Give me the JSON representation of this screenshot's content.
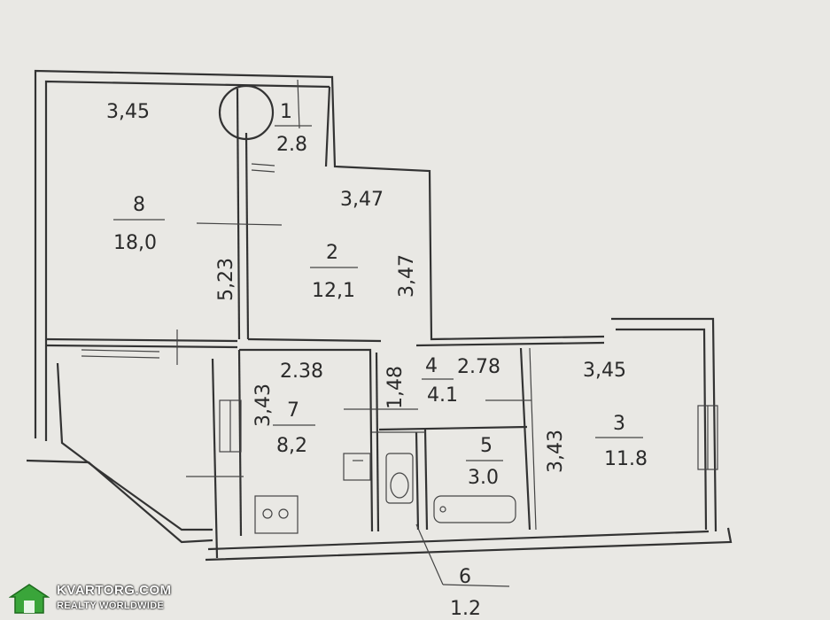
{
  "rooms": [
    {
      "id": "8",
      "number": "8",
      "area": "18,0"
    },
    {
      "id": "1",
      "number": "1",
      "area": "2.8"
    },
    {
      "id": "2",
      "number": "2",
      "area": "12,1"
    },
    {
      "id": "7",
      "number": "7",
      "area": "8,2"
    },
    {
      "id": "4",
      "number": "4",
      "area": "4.1"
    },
    {
      "id": "5",
      "number": "5",
      "area": "3.0"
    },
    {
      "id": "3",
      "number": "3",
      "area": "11.8"
    },
    {
      "id": "6",
      "number": "6",
      "area": "1.2"
    }
  ],
  "dimensions": {
    "room8_width": "3,45",
    "room8_height": "5,23",
    "room2_width": "3,47",
    "room2_height": "3,47",
    "room7_width": "2.38",
    "room7_height": "3,43",
    "corridor_height": "1,48",
    "room4_width": "2.78",
    "room3_width": "3,45",
    "room3_height": "3,43"
  },
  "watermark": {
    "name": "KVARTORG.COM",
    "tagline": "REALTY WORLDWIDE",
    "house_color": "#3aa53a"
  }
}
